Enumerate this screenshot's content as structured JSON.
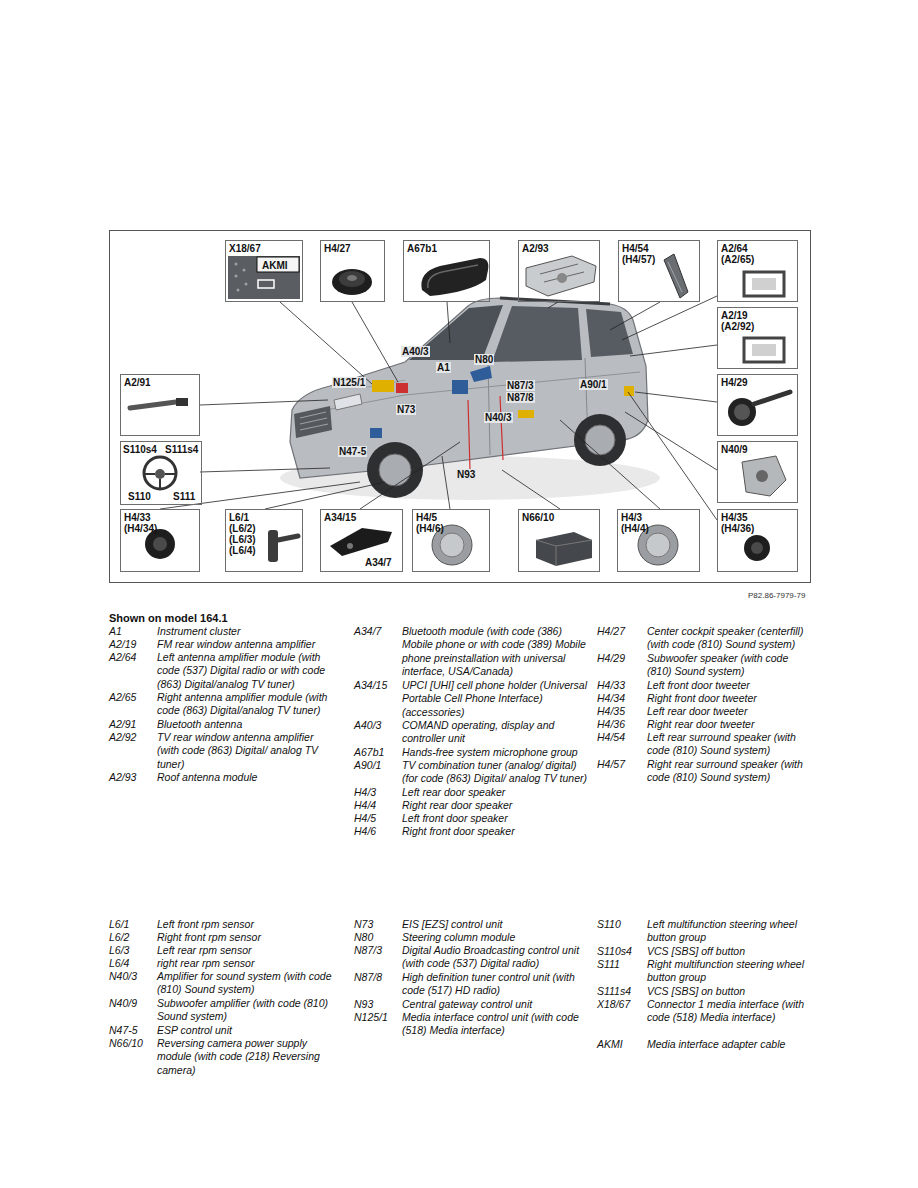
{
  "diagram": {
    "nodes": [
      {
        "text": [
          "X18/67",
          "AKMI"
        ]
      },
      {
        "text": [
          "H4/27"
        ]
      },
      {
        "text": [
          "A67b1"
        ]
      },
      {
        "text": [
          "A2/93"
        ]
      },
      {
        "text": [
          "H4/54 (H4/57)"
        ]
      },
      {
        "text": [
          "A2/64 (A2/65)"
        ]
      },
      {
        "text": [
          "A2/19 (A2/92)"
        ]
      },
      {
        "text": [
          "A2/91"
        ]
      },
      {
        "text": [
          "H4/29"
        ]
      },
      {
        "text": [
          "S110s4",
          "S111s4",
          "S110",
          "S111"
        ]
      },
      {
        "text": [
          "N40/9"
        ]
      },
      {
        "text": [
          "H4/33 (H4/34)"
        ]
      },
      {
        "text": [
          "L6/1 (L6/2) (L6/3) (L6/4)"
        ]
      },
      {
        "text": [
          "A34/15",
          "A34/7"
        ]
      },
      {
        "text": [
          "H4/5 (H4/6)"
        ]
      },
      {
        "text": [
          "N66/10"
        ]
      },
      {
        "text": [
          "H4/3 (H4/4)"
        ]
      },
      {
        "text": [
          "H4/35 (H4/36)"
        ]
      }
    ],
    "labels": [
      "P82.86-7979-79",
      "Shown on model 164.1",
      "A40/3",
      "N80",
      "A1",
      "N125/1",
      "N73",
      "N47-5",
      "N93",
      "N87/3",
      "N87/8",
      "A90/1",
      "N40/3",
      "A1",
      "Instrument cluster",
      "A2/19",
      "FM rear window antenna amplifier",
      "A2/64",
      "Left antenna amplifier module (with code (537) Digital radio or with code (863) Digital/analog TV tuner)",
      "A2/65",
      "Right antenna amplifier module (with code (863) Digital/analog TV tuner)",
      "A2/91",
      "Bluetooth antenna",
      "A2/92",
      "TV rear window antenna amplifier (with code (863) Digital/ analog TV tuner)",
      "A2/93",
      "Roof antenna module",
      "A34/7",
      "Bluetooth module (with code (386) Mobile phone or with code (389) Mobile phone preinstallation with universal interface, USA/Canada)",
      "A34/15",
      "UPCI [UHI] cell phone holder (Universal Portable Cell Phone Interface) (accessories)",
      "A40/3",
      "COMAND operating, display and controller unit",
      "A67b1",
      "Hands-free system microphone group",
      "A90/1",
      "TV combination tuner (analog/ digital) (for code (863) Digital/ analog TV tuner)",
      "H4/3",
      "Left rear door speaker",
      "H4/4",
      "Right rear door speaker",
      "H4/5",
      "Left front door speaker",
      "H4/6",
      "Right front door speaker",
      "H4/27",
      "Center cockpit speaker (centerfill) (with code (810) Sound system)",
      "H4/29",
      "Subwoofer speaker (with code (810) Sound system)",
      "H4/33",
      "Left front door tweeter",
      "H4/34",
      "Right front door tweeter",
      "H4/35",
      "Left rear door tweeter",
      "H4/36",
      "Right rear door tweeter",
      "H4/54",
      "Left rear surround speaker (with code (810) Sound system)",
      "H4/57",
      "Right rear surround speaker (with code (810) Sound system)",
      "L6/1",
      "Left front rpm sensor",
      "L6/2",
      "Right front rpm sensor",
      "L6/3",
      "Left rear rpm sensor",
      "L6/4",
      "right rear rpm sensor",
      "N40/3",
      "Amplifier for sound system (with code (810) Sound system)",
      "N40/9",
      "Subwoofer amplifier (with code (810) Sound system)",
      "N47-5",
      "ESP control unit",
      "N66/10",
      "Reversing camera power supply module (with code (218) Reversing camera)",
      "N73",
      "EIS [EZS] control unit",
      "N80",
      "Steering column module",
      "N87/3",
      "Digital Audio Broadcasting control unit (with code (537) Digital radio)",
      "N87/8",
      "High definition tuner control unit (with code (517) HD radio)",
      "N93",
      "Central gateway control unit",
      "N125/1",
      "Media interface control unit (with code (518) Media interface)",
      "S110",
      "Left multifunction steering wheel button group",
      "S110s4",
      "VCS [SBS] off button",
      "S111",
      "Right multifunction steering wheel button group",
      "S111s4",
      "VCS [SBS] on button",
      "X18/67",
      "Connector 1 media interface (with code (518) Media interface)",
      "AKMI",
      "Media interface adapter cable"
    ]
  }
}
